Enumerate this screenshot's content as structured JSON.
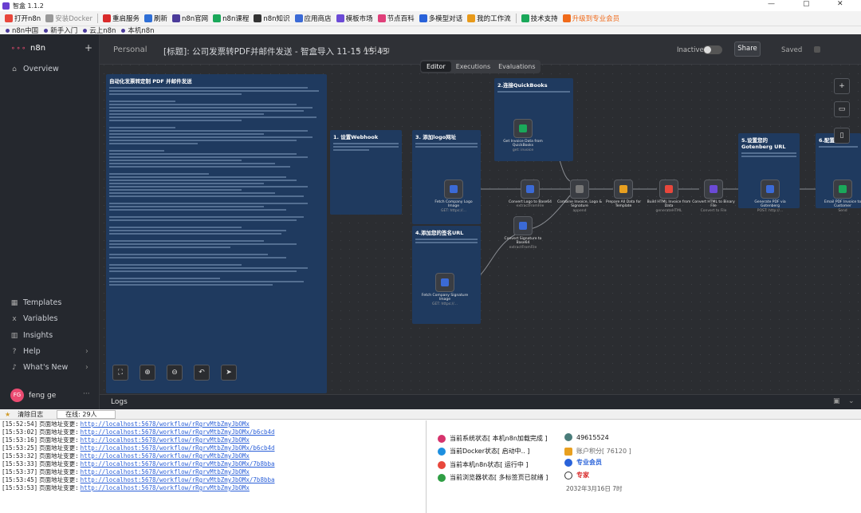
{
  "window": {
    "title": "智盒 1.1.2",
    "controls": [
      "—",
      "▢",
      "✕"
    ]
  },
  "toolbar": [
    {
      "label": "打开n8n",
      "color": "#e8473c"
    },
    {
      "label": "安装Docker",
      "color": "#999999"
    },
    {
      "label": "重启服务",
      "color": "#d92b2b"
    },
    {
      "label": "刷新",
      "color": "#2f6fd6"
    },
    {
      "label": "n8n官网",
      "color": "#4b3b9a"
    },
    {
      "label": "n8n课程",
      "color": "#1aa85a"
    },
    {
      "label": "n8n知识",
      "color": "#333333"
    },
    {
      "label": "应用商店",
      "color": "#3b6ad6"
    },
    {
      "label": "模板市场",
      "color": "#6b4ad6"
    },
    {
      "label": "节点百科",
      "color": "#e0407a"
    },
    {
      "label": "多模型对话",
      "color": "#2962d9"
    },
    {
      "label": "我的工作流",
      "color": "#e89a1a"
    },
    {
      "label": "技术支持",
      "color": "#1aa85a"
    },
    {
      "label": "升级到专业会员",
      "color": "#f06a1a"
    }
  ],
  "bookmarks": [
    "n8n中国",
    "新手入门",
    "云上n8n",
    "本机n8n"
  ],
  "n8n": {
    "logo": "n8n",
    "add": "+",
    "nav": {
      "overview": "Overview",
      "templates": "Templates",
      "variables": "Variables",
      "insights": "Insights",
      "help": "Help",
      "whats_new": "What's New"
    },
    "user": {
      "initials": "FG",
      "name": "feng ge"
    },
    "header": {
      "owner": "Personal",
      "title": "[标题]: 公司发票转PDF并邮件发送 - 智盒导入 11-15 15:43",
      "add_tag": "+ Add tag",
      "status": "Inactive",
      "share": "Share",
      "saved": "Saved"
    },
    "tabs": [
      "Editor",
      "Executions",
      "Evaluations"
    ],
    "stickies": {
      "main": "自动化发票转定制 PDF 并邮件发送",
      "s1": "1. 设置Webhook",
      "s2": "2.连接QuickBooks",
      "s3": "3. 添加logo网址",
      "s4": "4.添加您的签名URL",
      "s5": "5.设置您的Gotenberg URL",
      "s6": "6.配置..."
    },
    "nodes": [
      {
        "label": "Get Invoice Data from QuickBooks",
        "sub": "get: invoice"
      },
      {
        "label": "Fetch Company Logo Image",
        "sub": "GET: https://..."
      },
      {
        "label": "Convert Logo to Base64",
        "sub": "extractFromFile"
      },
      {
        "label": "Combine Invoice, Logo & Signature",
        "sub": "append"
      },
      {
        "label": "Prepare All Data for Template",
        "sub": ""
      },
      {
        "label": "Build HTML Invoice from Data",
        "sub": "generateHTML"
      },
      {
        "label": "Convert HTML to Binary File",
        "sub": "Convert to File"
      },
      {
        "label": "Generate PDF via Gotenberg",
        "sub": "POST: http://..."
      },
      {
        "label": "Email PDF Invoice to Customer",
        "sub": "Send"
      },
      {
        "label": "Convert Signature to Base64",
        "sub": "extractFromFile"
      },
      {
        "label": "Fetch Company Signature Image",
        "sub": "GET: https://..."
      }
    ],
    "logs": "Logs"
  },
  "bottom": {
    "clear": "清除日志",
    "online": "在线: 29人",
    "logs": [
      {
        "time": "[15:52:54]",
        "text": "页面地址变更:",
        "url": "http://localhost:5678/workflow/rRgrvMtbZmyJbOMx"
      },
      {
        "time": "[15:53:02]",
        "text": "页面地址变更:",
        "url": "http://localhost:5678/workflow/rRgrvMtbZmyJbOMx/b6cb4d"
      },
      {
        "time": "[15:53:16]",
        "text": "页面地址变更:",
        "url": "http://localhost:5678/workflow/rRgrvMtbZmyJbOMx"
      },
      {
        "time": "[15:53:25]",
        "text": "页面地址变更:",
        "url": "http://localhost:5678/workflow/rRgrvMtbZmyJbOMx/b6cb4d"
      },
      {
        "time": "[15:53:32]",
        "text": "页面地址变更:",
        "url": "http://localhost:5678/workflow/rRgrvMtbZmyJbOMx"
      },
      {
        "time": "[15:53:33]",
        "text": "页面地址变更:",
        "url": "http://localhost:5678/workflow/rRgrvMtbZmyJbOMx/7b8bba"
      },
      {
        "time": "[15:53:37]",
        "text": "页面地址变更:",
        "url": "http://localhost:5678/workflow/rRgrvMtbZmyJbOMx"
      },
      {
        "time": "[15:53:45]",
        "text": "页面地址变更:",
        "url": "http://localhost:5678/workflow/rRgrvMtbZmyJbOMx/7b8bba"
      },
      {
        "time": "[15:53:53]",
        "text": "页面地址变更:",
        "url": "http://localhost:5678/workflow/rRgrvMtbZmyJbOMx"
      }
    ],
    "status": [
      {
        "text": "当前系统状态[ 本机n8n加载完成 ]",
        "color": "#d6336c"
      },
      {
        "text": "当前Docker状态[ 启动中.. ]",
        "color": "#1d8fe0"
      },
      {
        "text": "当前本机n8n状态[ 运行中 ]",
        "color": "#e8473c"
      },
      {
        "text": "当前浏览器状态[ 多标签页已就绪 ]",
        "color": "#2f9e44"
      }
    ],
    "account": {
      "id": "49615524",
      "points": "账户积分[ 76120 ]",
      "member": "专业会员",
      "expert": "专家",
      "date": "2032年3月16日 7时"
    }
  }
}
